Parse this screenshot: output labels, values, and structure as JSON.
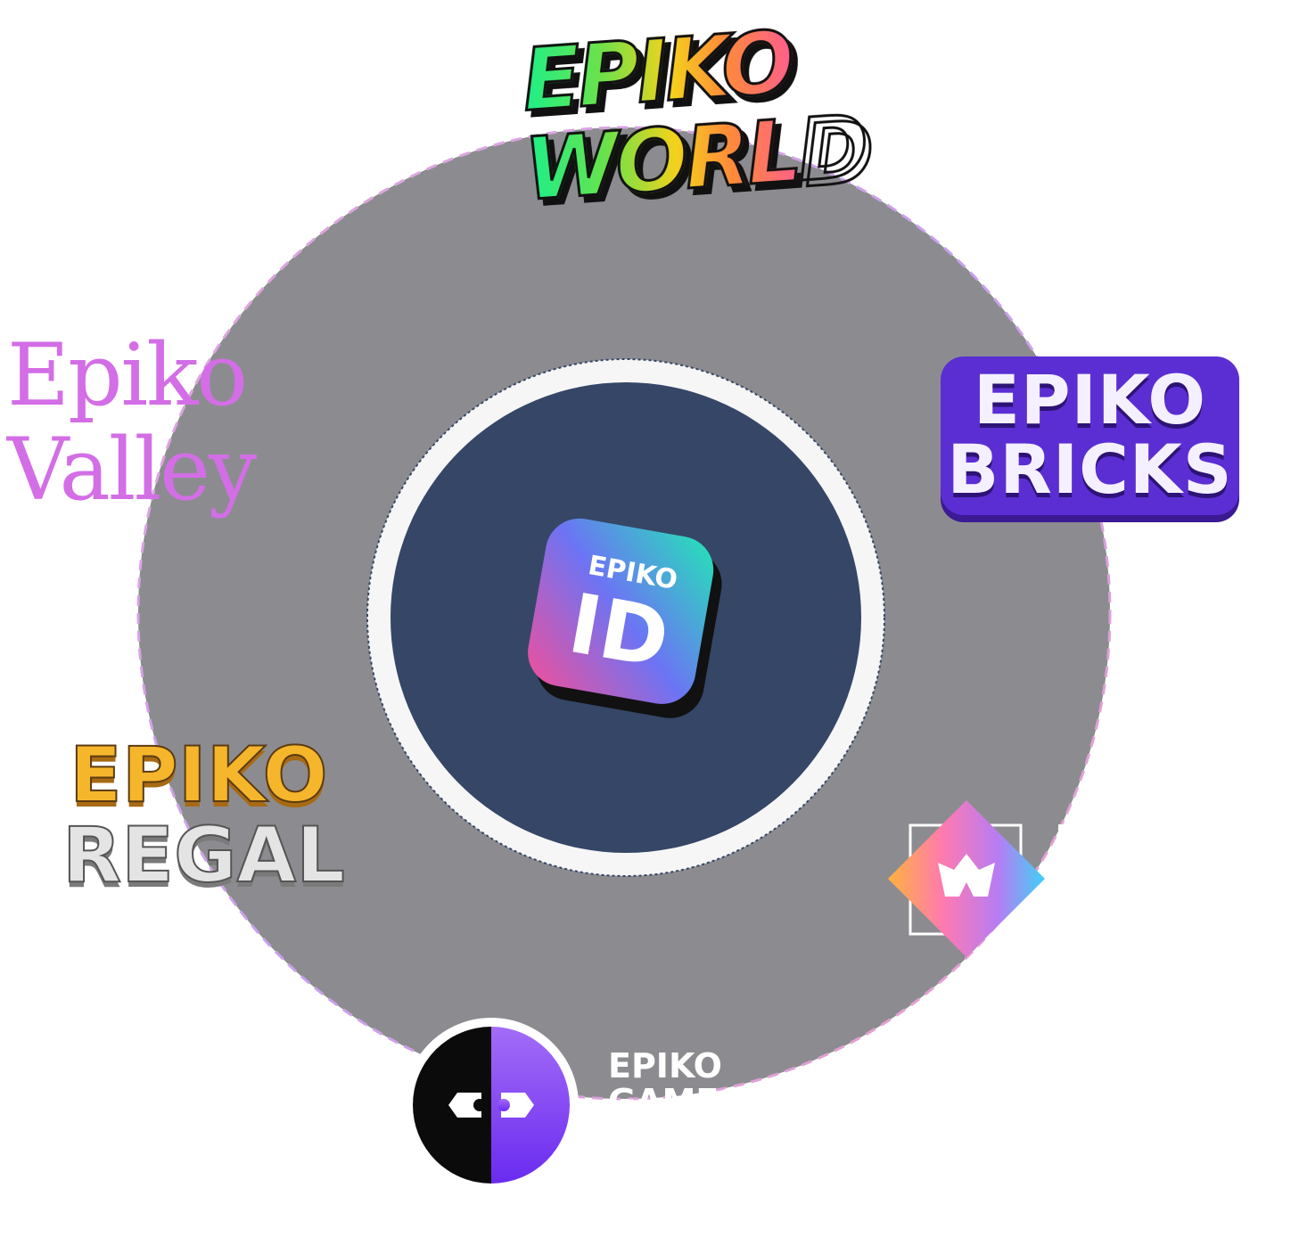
{
  "center_badge": {
    "top_text": "EPIKO",
    "main_text": "ID"
  },
  "logos": {
    "world": {
      "line1": "EPIKO",
      "line2": "WORLD"
    },
    "valley": {
      "line1": "Epiko",
      "line2": "Valley"
    },
    "bricks": {
      "line1": "EPIKO",
      "line2": "BRICKS"
    },
    "regal": {
      "line1": "EPIKO",
      "line2": "REGAL"
    },
    "games": {
      "line1": "EPIKO",
      "line2": "GAMES"
    }
  },
  "colors": {
    "outer_ring": "#8c8c90",
    "inner_disc": "#354667",
    "inner_ring": "#f6f6f6",
    "valley": "#d36ee6",
    "bricks": "#5b2ed3"
  }
}
